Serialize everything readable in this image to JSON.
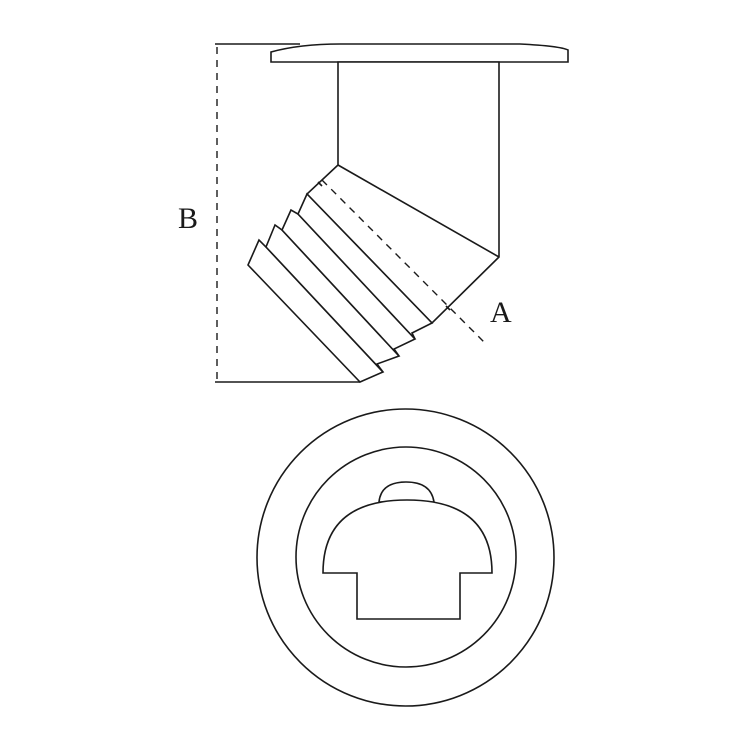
{
  "drawing": {
    "type": "technical-drawing",
    "subject": "angled ribbed plug with flange - side and top view",
    "colors": {
      "stroke": "#1a1a1a",
      "background": "#ffffff"
    },
    "labels": {
      "A": "A",
      "B": "B"
    },
    "views": [
      {
        "name": "side-view",
        "features": [
          "flange",
          "body",
          "angled ribbed stem",
          "axis line A",
          "height dimension B"
        ]
      },
      {
        "name": "top-view",
        "features": [
          "outer circle",
          "inner circle",
          "mushroom-shaped profile",
          "small bump"
        ]
      }
    ]
  }
}
